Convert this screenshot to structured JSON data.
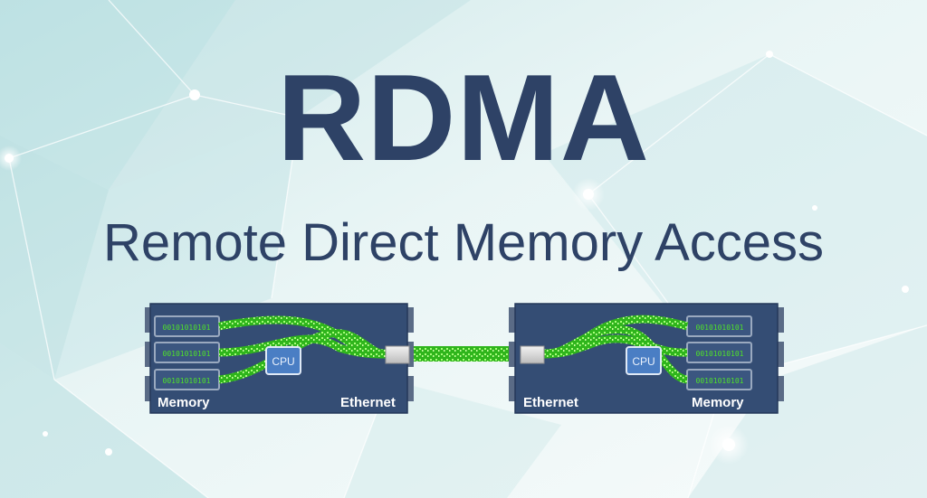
{
  "title": "RDMA",
  "subtitle": "Remote Direct Memory Access",
  "left_server": {
    "memory_label": "Memory",
    "ethernet_label": "Ethernet",
    "cpu_label": "CPU",
    "slots": [
      "00101010101",
      "00101010101",
      "00101010101"
    ]
  },
  "right_server": {
    "memory_label": "Memory",
    "ethernet_label": "Ethernet",
    "cpu_label": "CPU",
    "slots": [
      "00101010101",
      "00101010101",
      "00101010101"
    ]
  },
  "colors": {
    "text": "#2e4266",
    "server_body": "#344d74",
    "data_stream": "#52e02a",
    "slot_text": "#4fe12a"
  }
}
